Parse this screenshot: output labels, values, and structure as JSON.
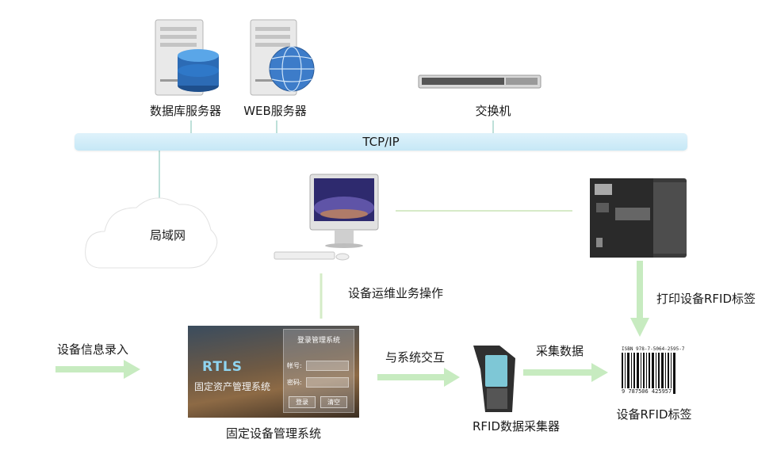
{
  "nodes": {
    "db_server": "数据库服务器",
    "web_server": "WEB服务器",
    "switch": "交换机",
    "bus": "TCP/IP",
    "lan": "局域网",
    "ops": "设备运维业务操作",
    "print": "打印设备RFID标签",
    "entry": "设备信息录入",
    "interact": "与系统交互",
    "collect": "采集数据",
    "fixed_system": "固定设备管理系统",
    "rfid_reader": "RFID数据采集器",
    "rfid_tag": "设备RFID标签"
  },
  "login_screen": {
    "logo": "RTLS",
    "subtitle": "固定资产管理系统",
    "dialog_title": "登录管理系统",
    "account_label": "帐号:",
    "password_label": "密码:",
    "login_button": "登录",
    "clear_button": "清空"
  },
  "barcode": {
    "isbn": "ISBN 978-7-5064-2595-7",
    "digits": "9 787506 425957"
  },
  "colors": {
    "bus": "#c6e8f6",
    "connector": "#c9e3b5",
    "arrow": "#c7ebc0",
    "cloud": "#ffffff"
  }
}
